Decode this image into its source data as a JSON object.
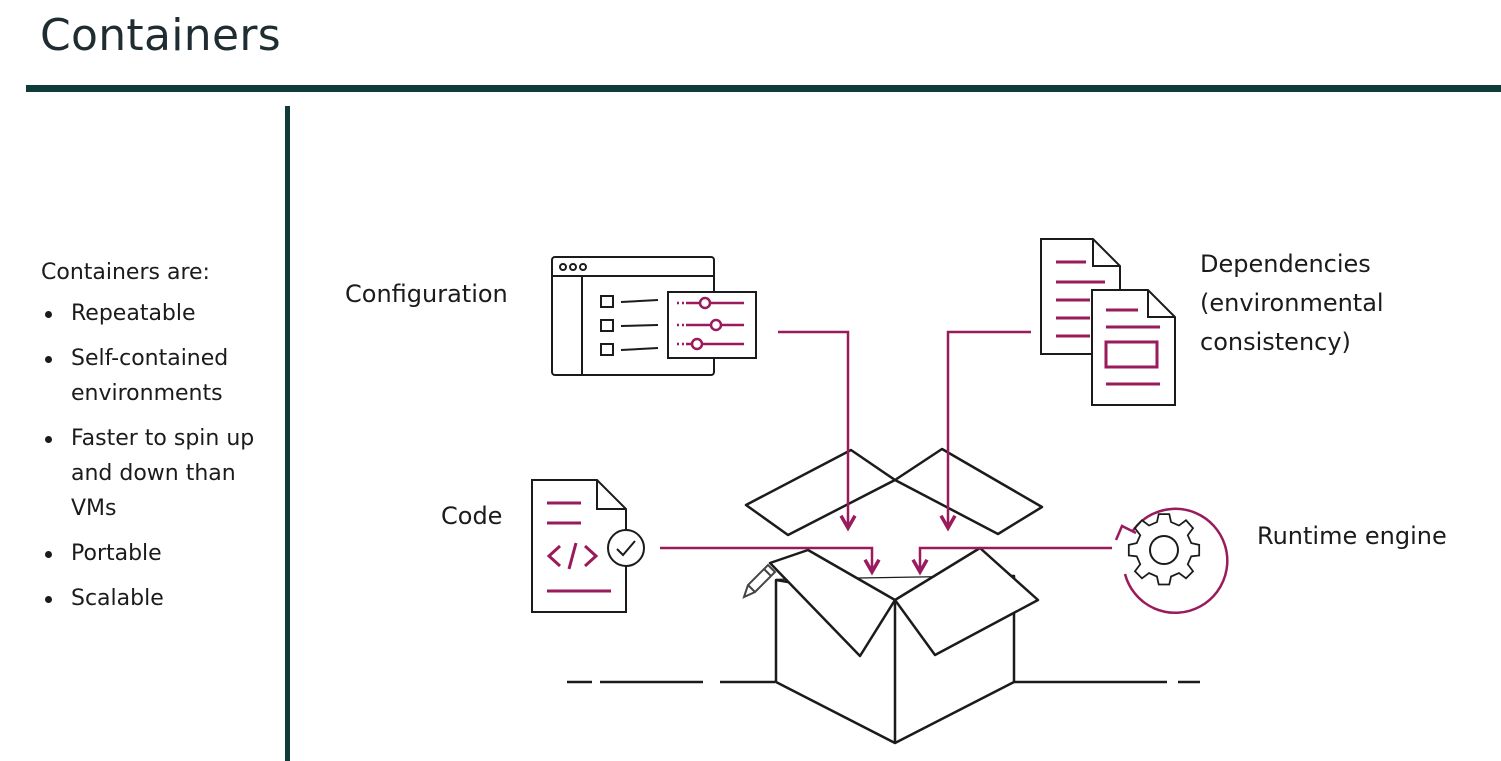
{
  "slide": {
    "title": "Containers"
  },
  "sidebar": {
    "intro": "Containers are:",
    "bullets": [
      "Repeatable",
      "Self-contained environments",
      "Faster to spin up and down than VMs",
      "Portable",
      "Scalable"
    ]
  },
  "diagram": {
    "labels": {
      "configuration": "Configuration",
      "dependencies_line1": "Dependencies",
      "dependencies_line2": "(environmental",
      "dependencies_line3": "consistency)",
      "code": "Code",
      "runtime": "Runtime engine"
    },
    "icons": [
      "configuration-window-icon",
      "dependencies-documents-icon",
      "code-file-icon",
      "runtime-gear-icon",
      "open-box-icon",
      "pencil-icon"
    ]
  },
  "colors": {
    "accent": "#9a1b5b",
    "rule": "#0f3b3a",
    "ink": "#1b1b1b"
  }
}
